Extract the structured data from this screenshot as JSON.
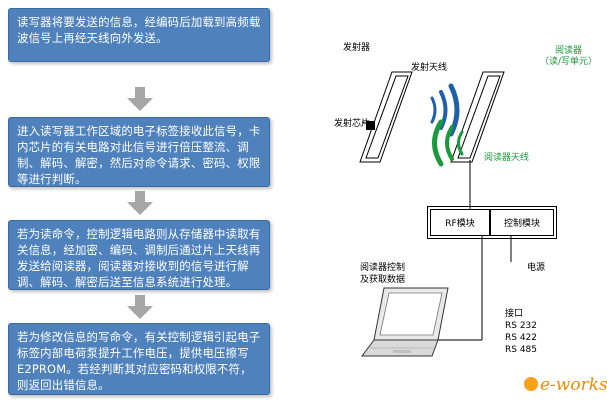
{
  "flow": {
    "steps": [
      "读写器将要发送的信息，经编码后加载到高频载波信号上再经天线向外发送。",
      "进入读写器工作区域的电子标签接收此信号，卡内芯片的有关电路对此信号进行倍压整流、调制、解码、解密，然后对命令请求、密码、权限等进行判断。",
      "若为读命令，控制逻辑电路则从存储器中读取有关信息，经加密、编码、调制后通过片上天线再发送给阅读器，阅读器对接收到的信号进行解调、解码、解密后送至信息系统进行处理。",
      "若为修改信息的写命令，有关控制逻辑引起电子标签内部电荷泵提升工作电压，提供电压擦写E2PROM。若经判断其对应密码和权限不符，则返回出错信息。"
    ]
  },
  "diagram": {
    "transmitter_label": "发射器",
    "transmit_antenna_label": "发射天线",
    "transmit_chip_label": "发射芯片",
    "reader_label_line1": "阅读器",
    "reader_label_line2": "（读/写单元）",
    "reader_antenna_label": "阅读器天线",
    "rf_module_label": "RF模块",
    "control_module_label": "控制模块",
    "power_label": "电源",
    "laptop_label_line1": "阅读器控制",
    "laptop_label_line2": "及获取数据",
    "interface_title": "接口",
    "interfaces": [
      "RS 232",
      "RS 422",
      "RS 485"
    ]
  },
  "watermark": {
    "text": "e-works"
  },
  "colors": {
    "box_fill": "#4f81bd",
    "arrow_fill": "#a6a6a6",
    "wave_blue": "#1f5fa8",
    "wave_green": "#1a9a3a"
  }
}
